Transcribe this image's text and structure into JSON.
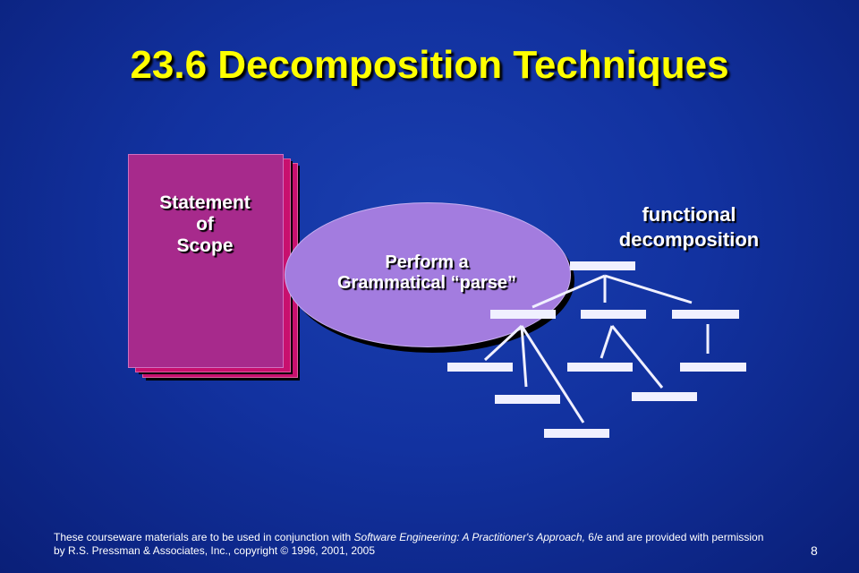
{
  "slide": {
    "title": "23.6 Decomposition Techniques",
    "page_number": "8"
  },
  "book": {
    "line1": "Statement",
    "line2": "of",
    "line3": "Scope"
  },
  "parse": {
    "line1": "Perform a",
    "line2": "Grammatical “parse”"
  },
  "decomposition": {
    "line1": "functional",
    "line2": "decomposition"
  },
  "footer": {
    "text_pre": "These courseware materials are to be used in conjunction with ",
    "book_title": "Software Engineering: A Practitioner's Approach,",
    "text_mid": " 6/e and are provided with permission by R.S. Pressman & Associates, Inc., copyright © 1996, 2001, 2005"
  },
  "colors": {
    "title": "#ffff00",
    "book_front": "#a72a8c",
    "book_pages": "#c8106e",
    "ellipse": "#a37cdf",
    "tree_node": "#f0f0ff"
  }
}
